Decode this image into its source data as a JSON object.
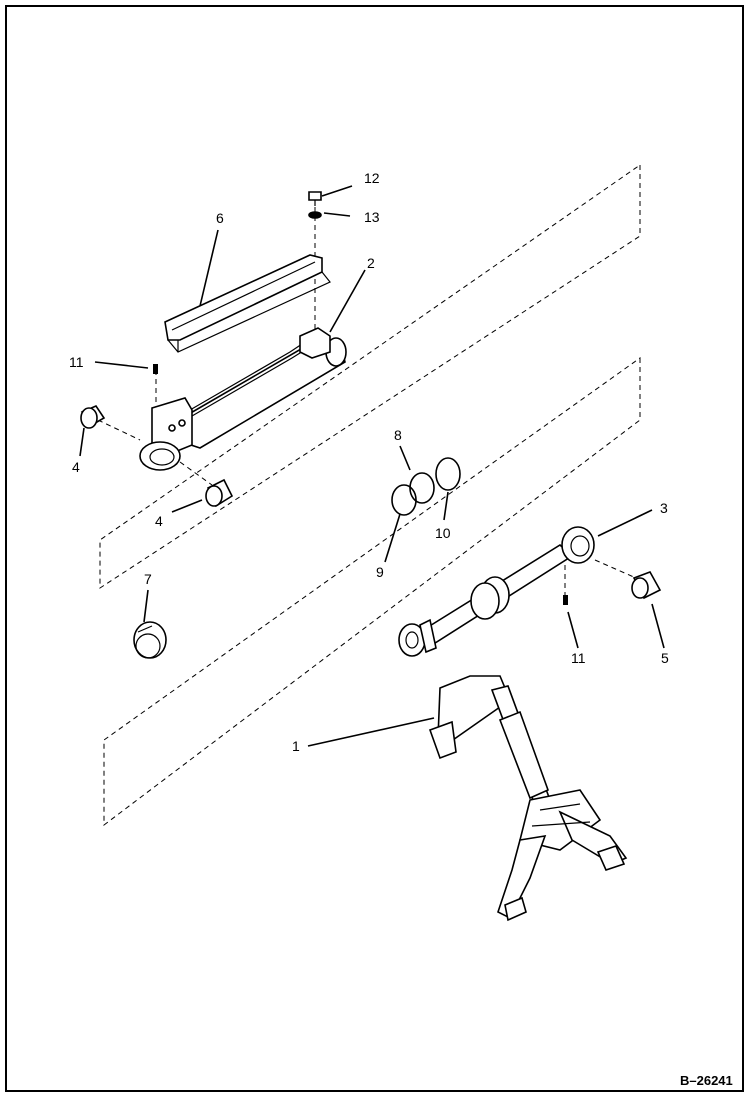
{
  "callouts": {
    "c1": "1",
    "c2": "2",
    "c3": "3",
    "c4a": "4",
    "c4b": "4",
    "c5": "5",
    "c6": "6",
    "c7": "7",
    "c8": "8",
    "c9": "9",
    "c10": "10",
    "c11a": "11",
    "c11b": "11",
    "c12": "12",
    "c13": "13"
  },
  "reference_number": "B–26241",
  "style": {
    "ink": "#000000",
    "paper": "#ffffff"
  }
}
